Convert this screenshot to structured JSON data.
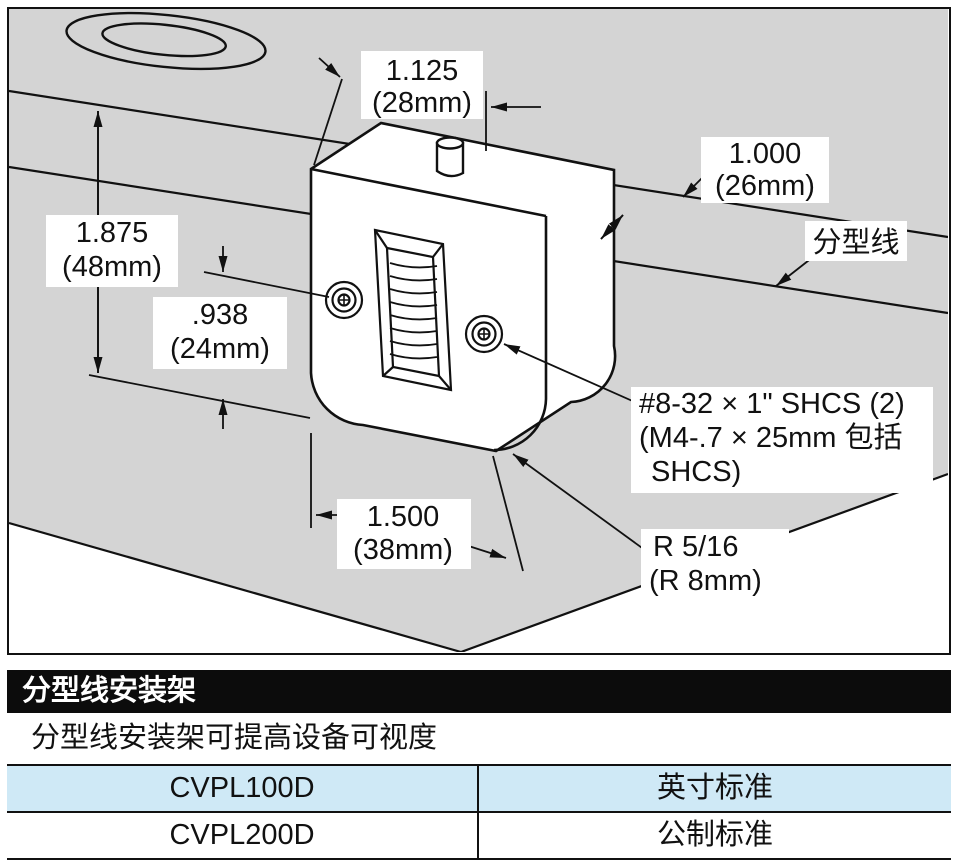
{
  "diagram": {
    "dim_top_width_in": "1.125",
    "dim_top_width_mm": "(28mm)",
    "dim_thickness_in": "1.000",
    "dim_thickness_mm": "(26mm)",
    "dim_height_in": "1.875",
    "dim_height_mm": "(48mm)",
    "dim_screw_in": ".938",
    "dim_screw_mm": "(24mm)",
    "dim_width_in": "1.500",
    "dim_width_mm": "(38mm)",
    "parting_line_label": "分型线",
    "screw_spec_line1": "#8-32 × 1\" SHCS (2)",
    "screw_spec_line2": "(M4-.7 × 25mm 包括",
    "screw_spec_line3": "SHCS)",
    "radius_spec_line1": "R 5/16",
    "radius_spec_line2": "(R 8mm)"
  },
  "section": {
    "header": "分型线安装架",
    "description": "分型线安装架可提高设备可视度"
  },
  "table": {
    "rows": [
      {
        "model": "CVPL100D",
        "standard": "英寸标准"
      },
      {
        "model": "CVPL200D",
        "standard": "公制标准"
      }
    ]
  },
  "colors": {
    "surface": "#d4d4d4",
    "highlight_row": "#cfe9f6",
    "header_bar": "#0c0c0c",
    "line": "#111111"
  }
}
